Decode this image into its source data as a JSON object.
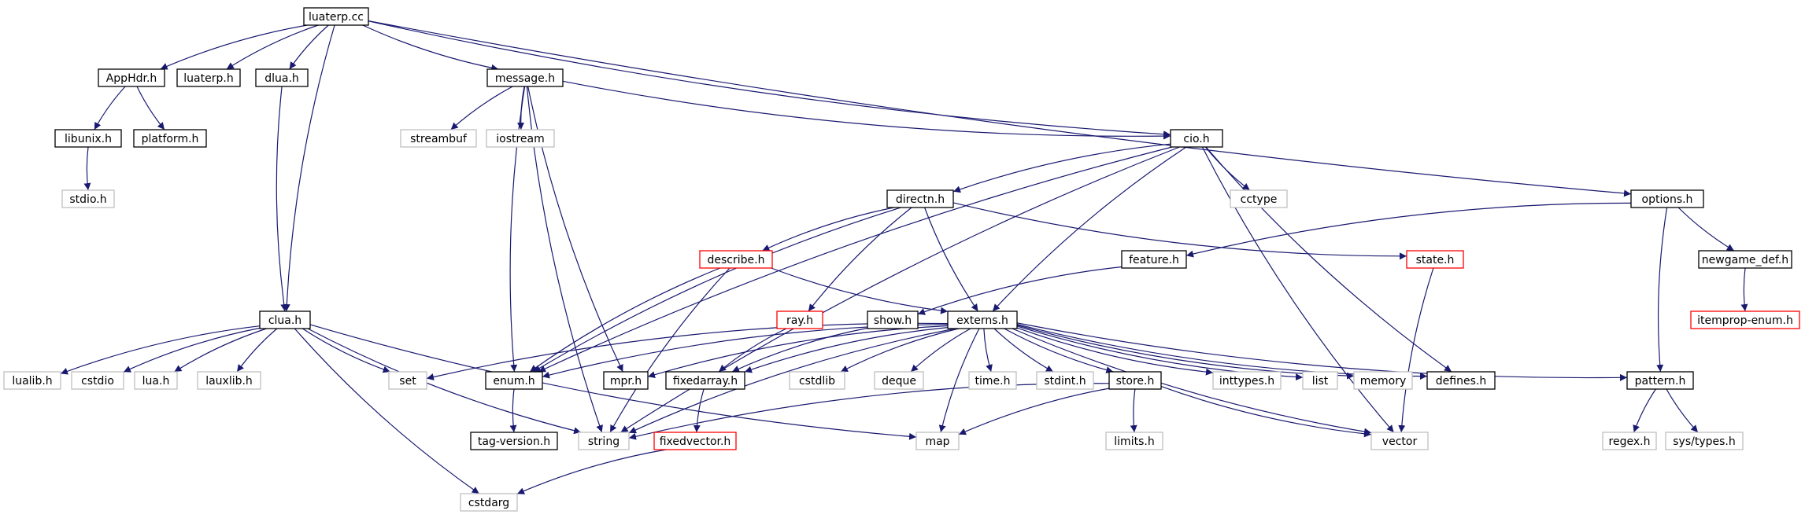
{
  "colors": {
    "edge": "#191970",
    "normal_border": "#000000",
    "root_fill": "#bfbfbf",
    "system_border": "#bfbfbf",
    "undocumented_border": "#ff0000"
  },
  "nodes": {
    "luaterp_cc": {
      "label": "luaterp.cc",
      "kind": "root"
    },
    "apphdr_h": {
      "label": "AppHdr.h",
      "kind": "normal"
    },
    "luaterp_h": {
      "label": "luaterp.h",
      "kind": "normal"
    },
    "dlua_h": {
      "label": "dlua.h",
      "kind": "normal"
    },
    "message_h": {
      "label": "message.h",
      "kind": "normal"
    },
    "cio_h": {
      "label": "cio.h",
      "kind": "normal"
    },
    "options_h": {
      "label": "options.h",
      "kind": "normal"
    },
    "libunix_h": {
      "label": "libunix.h",
      "kind": "normal"
    },
    "platform_h": {
      "label": "platform.h",
      "kind": "normal"
    },
    "stdio_h": {
      "label": "stdio.h",
      "kind": "system"
    },
    "streambuf": {
      "label": "streambuf",
      "kind": "system"
    },
    "iostream": {
      "label": "iostream",
      "kind": "system"
    },
    "cctype": {
      "label": "cctype",
      "kind": "system"
    },
    "directn_h": {
      "label": "directn.h",
      "kind": "normal"
    },
    "describe_h": {
      "label": "describe.h",
      "kind": "undocumented"
    },
    "feature_h": {
      "label": "feature.h",
      "kind": "normal"
    },
    "state_h": {
      "label": "state.h",
      "kind": "undocumented"
    },
    "newgame_def_h": {
      "label": "newgame_def.h",
      "kind": "normal"
    },
    "itemprop_enum_h": {
      "label": "itemprop-enum.h",
      "kind": "undocumented"
    },
    "clua_h": {
      "label": "clua.h",
      "kind": "normal"
    },
    "ray_h": {
      "label": "ray.h",
      "kind": "undocumented"
    },
    "show_h": {
      "label": "show.h",
      "kind": "normal"
    },
    "externs_h": {
      "label": "externs.h",
      "kind": "normal"
    },
    "lualib_h": {
      "label": "lualib.h",
      "kind": "system"
    },
    "cstdio": {
      "label": "cstdio",
      "kind": "system"
    },
    "lua_h": {
      "label": "lua.h",
      "kind": "system"
    },
    "lauxlib_h": {
      "label": "lauxlib.h",
      "kind": "system"
    },
    "set": {
      "label": "set",
      "kind": "system"
    },
    "enum_h": {
      "label": "enum.h",
      "kind": "normal"
    },
    "mpr_h": {
      "label": "mpr.h",
      "kind": "normal"
    },
    "fixedarray_h": {
      "label": "fixedarray.h",
      "kind": "normal"
    },
    "cstdlib": {
      "label": "cstdlib",
      "kind": "system"
    },
    "deque": {
      "label": "deque",
      "kind": "system"
    },
    "time_h": {
      "label": "time.h",
      "kind": "system"
    },
    "stdint_h": {
      "label": "stdint.h",
      "kind": "system"
    },
    "store_h": {
      "label": "store.h",
      "kind": "normal"
    },
    "inttypes_h": {
      "label": "inttypes.h",
      "kind": "system"
    },
    "list": {
      "label": "list",
      "kind": "system"
    },
    "memory": {
      "label": "memory",
      "kind": "system"
    },
    "defines_h": {
      "label": "defines.h",
      "kind": "normal"
    },
    "pattern_h": {
      "label": "pattern.h",
      "kind": "normal"
    },
    "tag_version_h": {
      "label": "tag-version.h",
      "kind": "normal"
    },
    "string": {
      "label": "string",
      "kind": "system"
    },
    "fixedvector_h": {
      "label": "fixedvector.h",
      "kind": "undocumented"
    },
    "map": {
      "label": "map",
      "kind": "system"
    },
    "limits_h": {
      "label": "limits.h",
      "kind": "system"
    },
    "vector": {
      "label": "vector",
      "kind": "system"
    },
    "regex_h": {
      "label": "regex.h",
      "kind": "system"
    },
    "sys_types_h": {
      "label": "sys/types.h",
      "kind": "system"
    },
    "cstdarg": {
      "label": "cstdarg",
      "kind": "system"
    }
  },
  "edges": [
    [
      "luaterp_cc",
      "apphdr_h"
    ],
    [
      "luaterp_cc",
      "luaterp_h"
    ],
    [
      "luaterp_cc",
      "dlua_h"
    ],
    [
      "luaterp_cc",
      "message_h"
    ],
    [
      "luaterp_cc",
      "cio_h"
    ],
    [
      "luaterp_cc",
      "options_h"
    ],
    [
      "luaterp_cc",
      "clua_h"
    ],
    [
      "apphdr_h",
      "libunix_h"
    ],
    [
      "apphdr_h",
      "platform_h"
    ],
    [
      "libunix_h",
      "stdio_h"
    ],
    [
      "dlua_h",
      "clua_h"
    ],
    [
      "message_h",
      "streambuf"
    ],
    [
      "message_h",
      "iostream"
    ],
    [
      "message_h",
      "cio_h"
    ],
    [
      "message_h",
      "enum_h"
    ],
    [
      "message_h",
      "mpr_h"
    ],
    [
      "message_h",
      "string"
    ],
    [
      "cio_h",
      "cctype"
    ],
    [
      "cio_h",
      "directn_h"
    ],
    [
      "cio_h",
      "enum_h"
    ],
    [
      "cio_h",
      "externs_h"
    ],
    [
      "cio_h",
      "defines_h"
    ],
    [
      "cio_h",
      "string"
    ],
    [
      "cio_h",
      "vector"
    ],
    [
      "options_h",
      "feature_h"
    ],
    [
      "options_h",
      "newgame_def_h"
    ],
    [
      "options_h",
      "pattern_h"
    ],
    [
      "newgame_def_h",
      "itemprop_enum_h"
    ],
    [
      "directn_h",
      "describe_h"
    ],
    [
      "directn_h",
      "state_h"
    ],
    [
      "directn_h",
      "ray_h"
    ],
    [
      "directn_h",
      "externs_h"
    ],
    [
      "directn_h",
      "enum_h"
    ],
    [
      "describe_h",
      "externs_h"
    ],
    [
      "describe_h",
      "enum_h"
    ],
    [
      "describe_h",
      "string"
    ],
    [
      "feature_h",
      "show_h"
    ],
    [
      "state_h",
      "vector"
    ],
    [
      "ray_h",
      "fixedarray_h"
    ],
    [
      "show_h",
      "fixedarray_h"
    ],
    [
      "externs_h",
      "set"
    ],
    [
      "externs_h",
      "enum_h"
    ],
    [
      "externs_h",
      "mpr_h"
    ],
    [
      "externs_h",
      "fixedarray_h"
    ],
    [
      "externs_h",
      "cstdlib"
    ],
    [
      "externs_h",
      "deque"
    ],
    [
      "externs_h",
      "time_h"
    ],
    [
      "externs_h",
      "stdint_h"
    ],
    [
      "externs_h",
      "store_h"
    ],
    [
      "externs_h",
      "inttypes_h"
    ],
    [
      "externs_h",
      "list"
    ],
    [
      "externs_h",
      "memory"
    ],
    [
      "externs_h",
      "defines_h"
    ],
    [
      "externs_h",
      "pattern_h"
    ],
    [
      "externs_h",
      "string"
    ],
    [
      "externs_h",
      "map"
    ],
    [
      "externs_h",
      "vector"
    ],
    [
      "clua_h",
      "lualib_h"
    ],
    [
      "clua_h",
      "cstdio"
    ],
    [
      "clua_h",
      "lua_h"
    ],
    [
      "clua_h",
      "lauxlib_h"
    ],
    [
      "clua_h",
      "set"
    ],
    [
      "clua_h",
      "string"
    ],
    [
      "clua_h",
      "map"
    ],
    [
      "clua_h",
      "cstdarg"
    ],
    [
      "enum_h",
      "tag_version_h"
    ],
    [
      "fixedarray_h",
      "fixedvector_h"
    ],
    [
      "fixedvector_h",
      "cstdarg"
    ],
    [
      "store_h",
      "limits_h"
    ],
    [
      "store_h",
      "map"
    ],
    [
      "store_h",
      "vector"
    ],
    [
      "store_h",
      "string"
    ],
    [
      "pattern_h",
      "regex_h"
    ],
    [
      "pattern_h",
      "sys_types_h"
    ]
  ]
}
